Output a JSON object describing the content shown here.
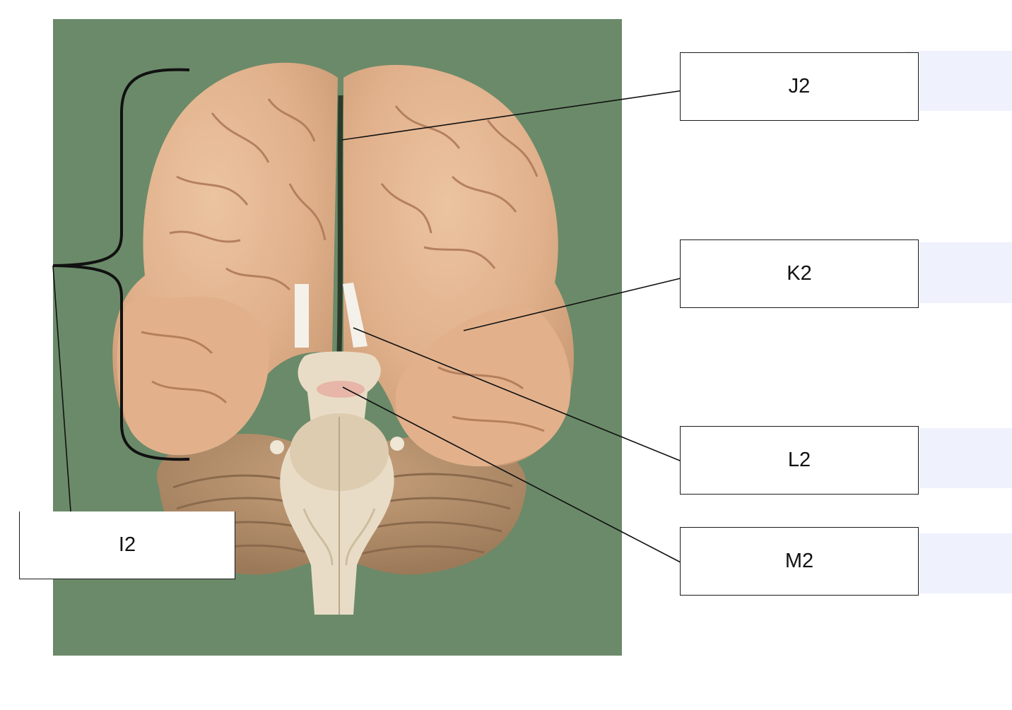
{
  "labels": {
    "i2": "I2",
    "j2": "J2",
    "k2": "K2",
    "l2": "L2",
    "m2": "M2"
  },
  "colors": {
    "photo_background": "#6b8a69",
    "brain_tissue": "#e3b48f",
    "cerebellum": "#b48f6c",
    "brainstem": "#e9dcc6",
    "leader_line": "#111111",
    "answer_pad": "#eff2fd"
  }
}
